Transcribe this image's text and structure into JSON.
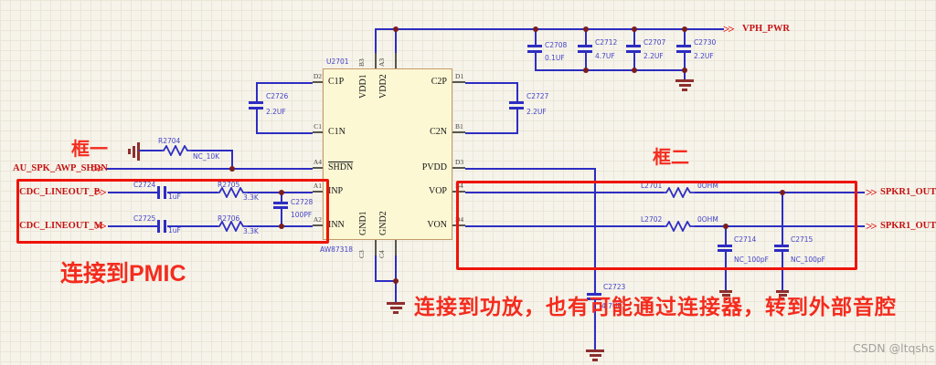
{
  "ic": {
    "refdes": "U2701",
    "part": "AW87318",
    "left_pins": [
      {
        "des": "D2",
        "name": "C1P"
      },
      {
        "des": "C1",
        "name": "C1N"
      },
      {
        "des": "A4",
        "name": "SHDN"
      },
      {
        "des": "A1",
        "name": "INP"
      },
      {
        "des": "A2",
        "name": "INN"
      }
    ],
    "right_pins": [
      {
        "des": "D1",
        "name": "C2P"
      },
      {
        "des": "B1",
        "name": "C2N"
      },
      {
        "des": "D3",
        "name": "PVDD"
      },
      {
        "des": "B4",
        "name": "VOP"
      },
      {
        "des": "D4",
        "name": "VON"
      }
    ],
    "top_pins": [
      {
        "des": "B3",
        "name": "VDD1"
      },
      {
        "des": "A3",
        "name": "VDD2"
      }
    ],
    "bottom_pins": [
      {
        "des": "C3",
        "name": "GND1"
      },
      {
        "des": "C4",
        "name": "GND2"
      }
    ]
  },
  "ports": {
    "chevron": ">>",
    "vph_pwr": "VPH_PWR",
    "shdn": "AU_SPK_AWP_SHDN",
    "lineout_p": "CDC_LINEOUT_P",
    "lineout_m": "CDC_LINEOUT_M",
    "spkr_p": "SPKR1_OUT_P",
    "spkr_m": "SPKR1_OUT_M"
  },
  "components": {
    "c2708": {
      "ref": "C2708",
      "value": "0.1UF"
    },
    "c2712": {
      "ref": "C2712",
      "value": "4.7UF"
    },
    "c2707": {
      "ref": "C2707",
      "value": "2.2UF"
    },
    "c2730": {
      "ref": "C2730",
      "value": "2.2UF"
    },
    "c2726": {
      "ref": "C2726",
      "value": "2.2UF"
    },
    "c2727": {
      "ref": "C2727",
      "value": "2.2UF"
    },
    "r2704": {
      "ref": "R2704",
      "value": "NC_10K"
    },
    "c2724": {
      "ref": "C2724",
      "value": "1uF"
    },
    "c2725": {
      "ref": "C2725",
      "value": "1uF"
    },
    "r2705": {
      "ref": "R2705",
      "value": "3.3K"
    },
    "r2706": {
      "ref": "R2706",
      "value": "3.3K"
    },
    "c2728": {
      "ref": "C2728",
      "value": "100PF"
    },
    "l2701": {
      "ref": "L2701",
      "value": "0OHM"
    },
    "l2702": {
      "ref": "L2702",
      "value": "0OHM"
    },
    "c2714": {
      "ref": "C2714",
      "value": "NC_100pF"
    },
    "c2715": {
      "ref": "C2715",
      "value": "NC_100pF"
    },
    "c2723": {
      "ref": "C2723",
      "value": "4.7UF"
    }
  },
  "annotations": {
    "box1": "框一",
    "box2": "框二",
    "pmic_note": "连接到PMIC",
    "amp_note": "连接到功放，也有可能通过连接器，转到外部音腔",
    "watermark": "CSDN @ltqshs"
  },
  "colors": {
    "wire": "#2d2dc2",
    "annotation_red": "#ee1408",
    "port_red": "#c41212",
    "ic_fill": "#fcf8d4"
  }
}
